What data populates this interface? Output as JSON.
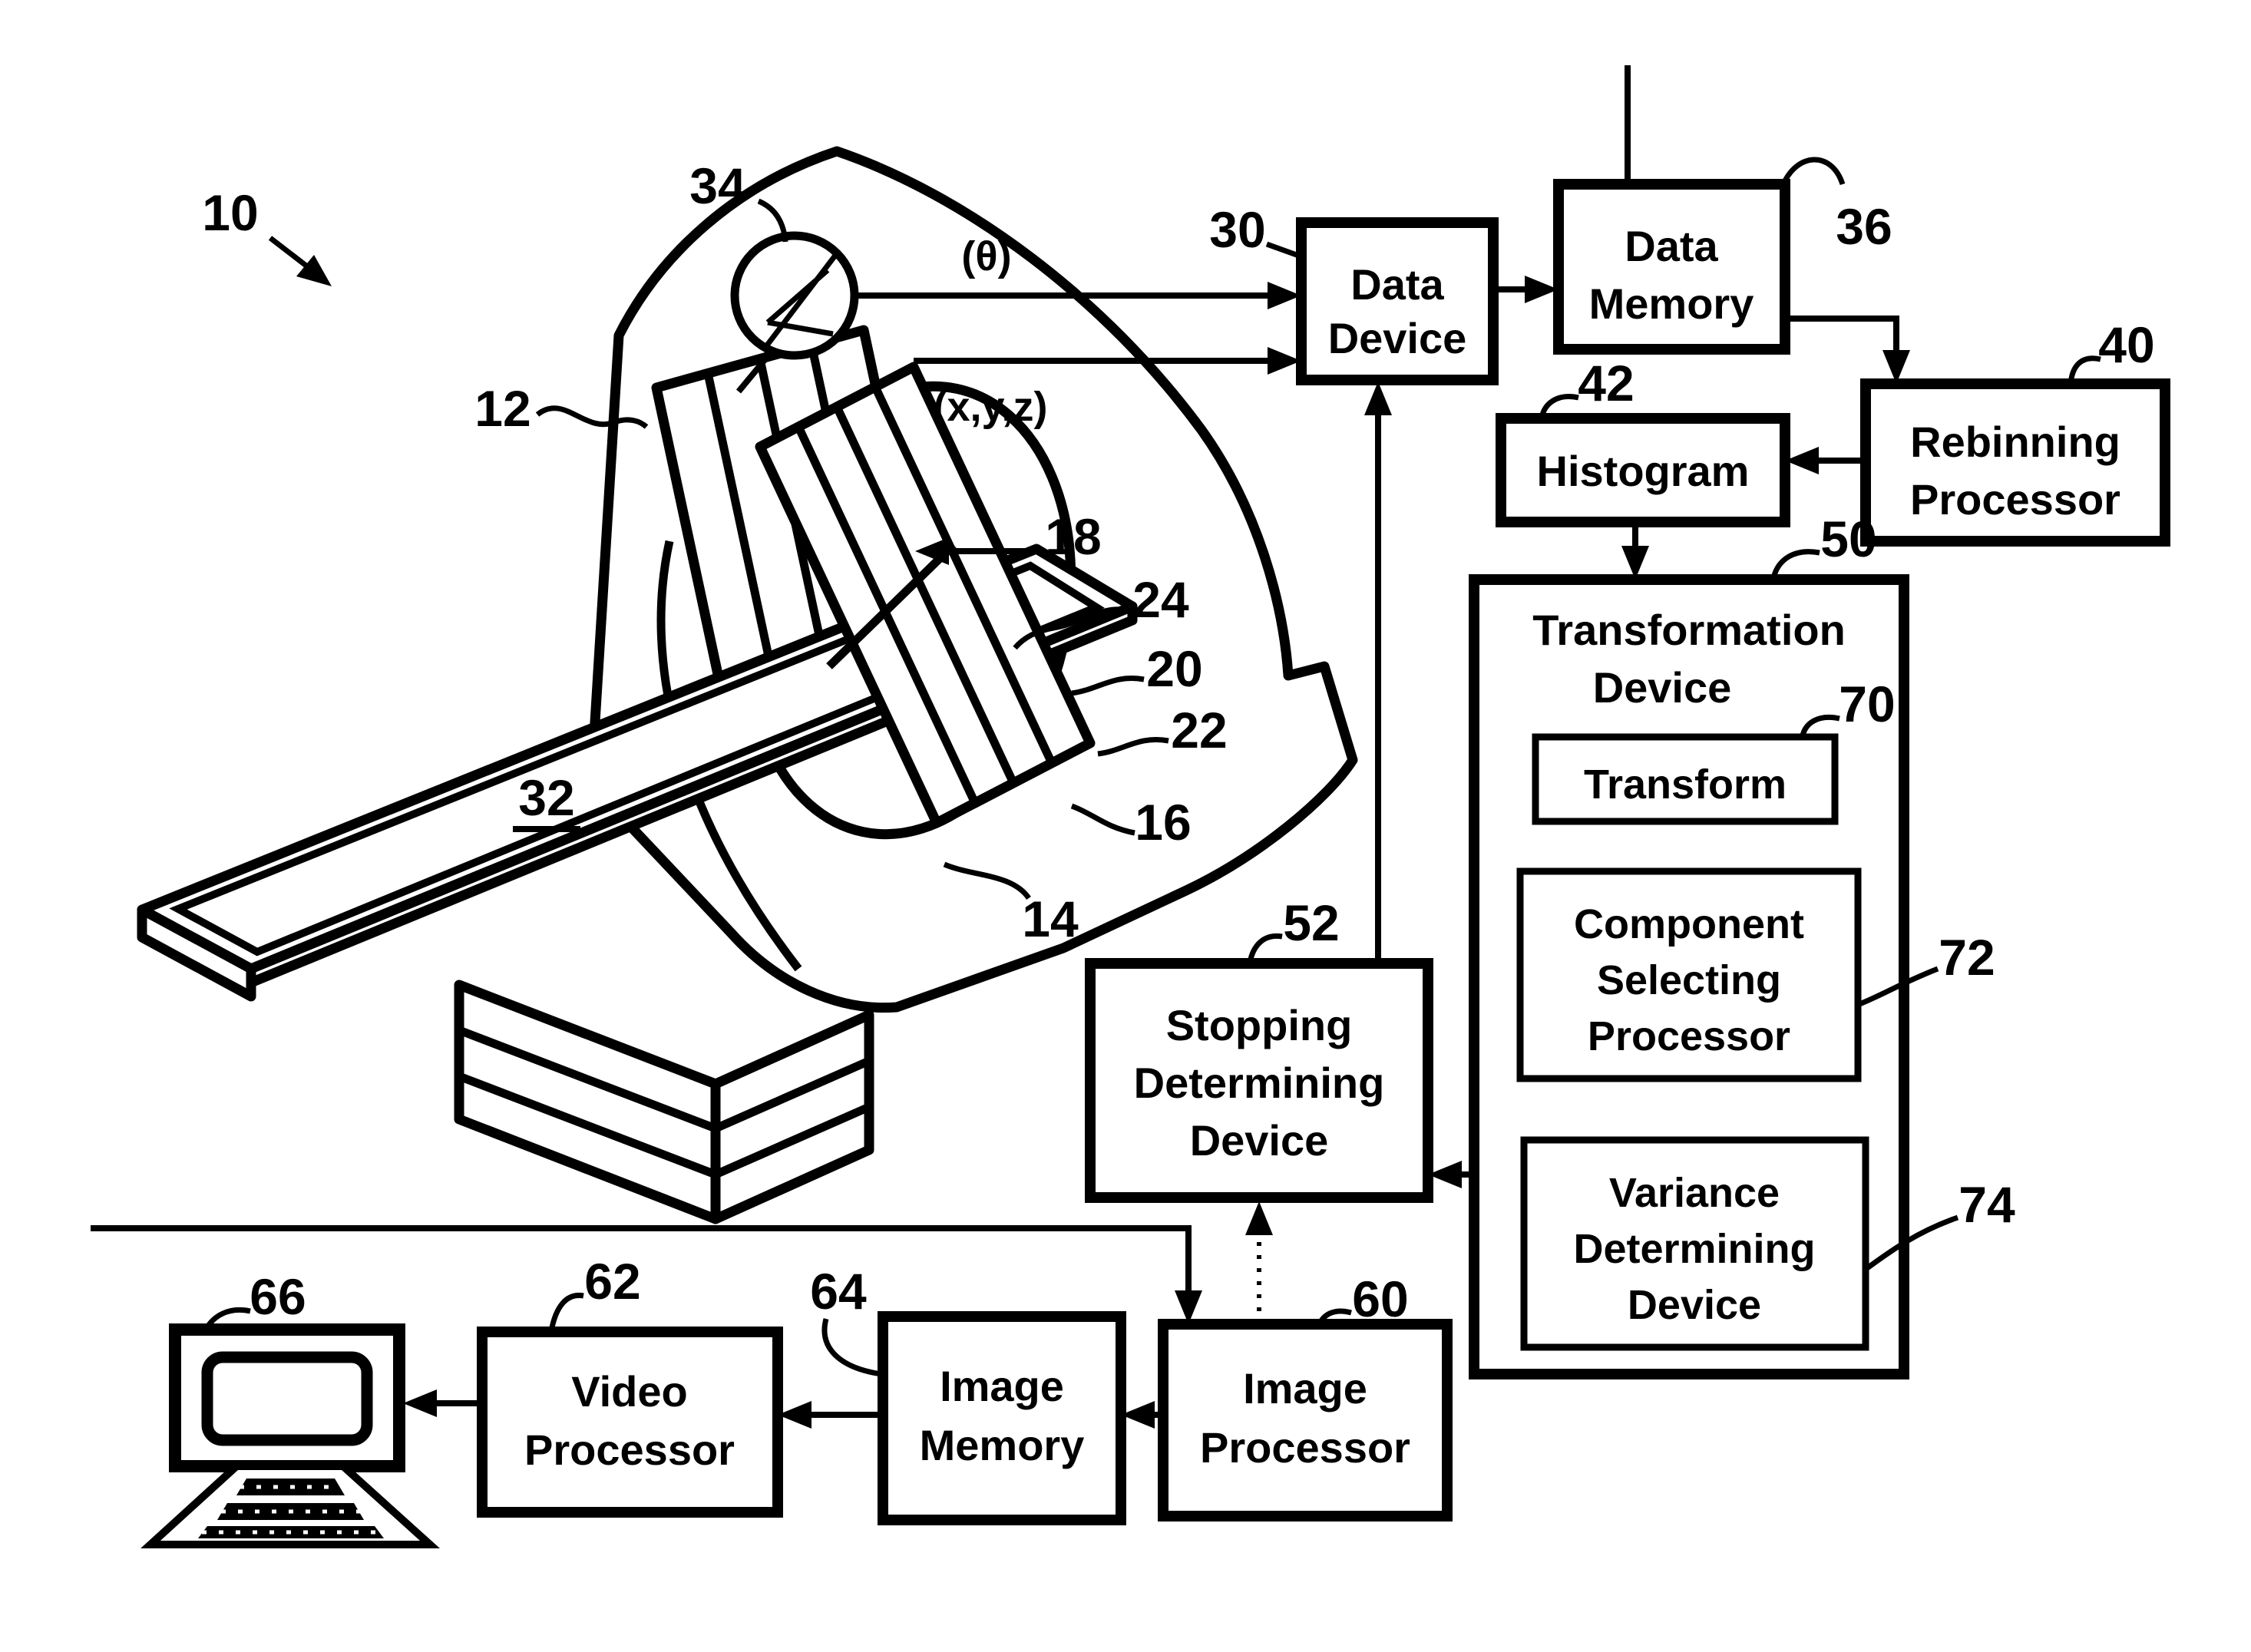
{
  "blocks": {
    "data_device": {
      "label1": "Data",
      "label2": "Device",
      "ref": "30"
    },
    "data_memory": {
      "label1": "Data",
      "label2": "Memory",
      "ref": "36"
    },
    "rebinning": {
      "label1": "Rebinning",
      "label2": "Processor",
      "ref": "40"
    },
    "histogram": {
      "label1": "Histogram",
      "ref": "42"
    },
    "transformation": {
      "label1": "Transformation",
      "label2": "Device",
      "ref": "50"
    },
    "transform": {
      "label1": "Transform",
      "ref": "70"
    },
    "component": {
      "label1": "Component",
      "label2": "Selecting",
      "label3": "Processor",
      "ref": "72"
    },
    "variance": {
      "label1": "Variance",
      "label2": "Determining",
      "label3": "Device",
      "ref": "74"
    },
    "stopping": {
      "label1": "Stopping",
      "label2": "Determining",
      "label3": "Device",
      "ref": "52"
    },
    "image_processor": {
      "label1": "Image",
      "label2": "Processor",
      "ref": "60"
    },
    "image_memory": {
      "label1": "Image",
      "label2": "Memory",
      "ref": "64"
    },
    "video_processor": {
      "label1": "Video",
      "label2": "Processor",
      "ref": "62"
    }
  },
  "scanner": {
    "system_ref": "10",
    "gantry_ref": "12",
    "angle_sensor_ref": "34",
    "bore_ref": "18",
    "detector_ref_24": "24",
    "detector_ref_20": "20",
    "detector_ref_22": "22",
    "detector_ref_16": "16",
    "detector_ref_14": "14",
    "table_ref": "32",
    "workstation_ref": "66",
    "theta_signal": "(θ)",
    "xyz_signal": "(x,y,z)"
  }
}
